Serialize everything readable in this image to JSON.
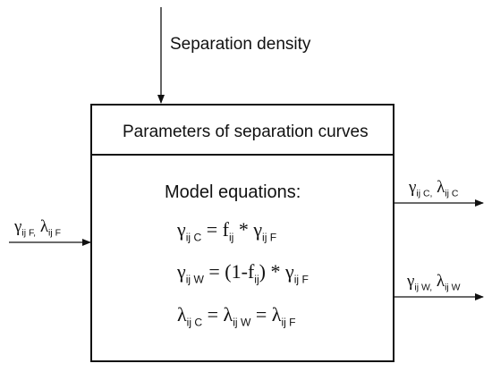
{
  "labels": {
    "separation_density": "Separation density",
    "parameters_box": "Parameters of separation curves",
    "model_equations_title": "Model equations:"
  },
  "input": {
    "gamma": "γ",
    "gamma_sub": "ij F,",
    "lambda": "λ",
    "lambda_sub": "ij F"
  },
  "output_c": {
    "gamma": "γ",
    "gamma_sub": "ij C,",
    "lambda": "λ",
    "lambda_sub": "ij C"
  },
  "output_w": {
    "gamma": "γ",
    "gamma_sub": "ij W,",
    "lambda": "λ",
    "lambda_sub": "ij W"
  },
  "eq1": {
    "lhs": "γ",
    "lhs_sub": "ij C",
    "mid": "= f",
    "mid_sub": "ij",
    "op": "* γ",
    "rhs_sub": "ij F"
  },
  "eq2": {
    "lhs": "γ",
    "lhs_sub": "ij W",
    "mid": "= (1-f",
    "mid_sub": "ij",
    "op": ") * γ",
    "rhs_sub": "ij F"
  },
  "eq3": {
    "lhs": "λ",
    "lhs_sub": "ij C",
    "mid": "= λ",
    "mid_sub": "ij W",
    "op": "= λ",
    "rhs_sub": "ij F"
  }
}
